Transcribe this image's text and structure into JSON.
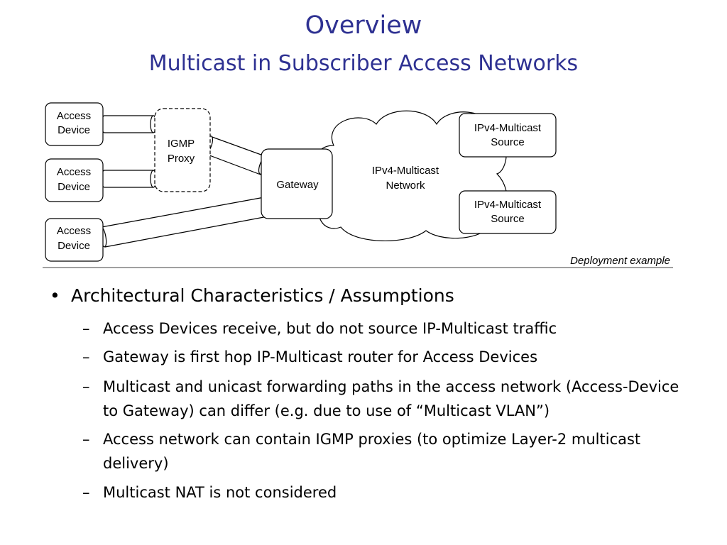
{
  "slide": {
    "title": "Overview",
    "subtitle": "Multicast in Subscriber Access Networks"
  },
  "diagram": {
    "access_device_1": [
      "Access",
      "Device"
    ],
    "access_device_2": [
      "Access",
      "Device"
    ],
    "access_device_3": [
      "Access",
      "Device"
    ],
    "igmp_proxy": [
      "IGMP",
      "Proxy"
    ],
    "gateway": "Gateway",
    "network": [
      "IPv4-Multicast",
      "Network"
    ],
    "source_1": [
      "IPv4-Multicast",
      "Source"
    ],
    "source_2": [
      "IPv4-Multicast",
      "Source"
    ],
    "caption": "Deployment example"
  },
  "bullets": {
    "main_marker": "•",
    "sub_marker": "–",
    "main": "Architectural Characteristics / Assumptions",
    "items": [
      "Access Devices receive, but do not source IP-Multicast traffic",
      "Gateway is first hop IP-Multicast router for Access Devices",
      "Multicast and unicast forwarding paths in the access network (Access-Device to Gateway) can differ (e.g. due to use of “Multicast VLAN”)",
      "Access network can contain IGMP proxies (to optimize Layer-2 multicast delivery)",
      "Multicast NAT is not considered"
    ]
  },
  "colors": {
    "title": "#2e3192"
  }
}
